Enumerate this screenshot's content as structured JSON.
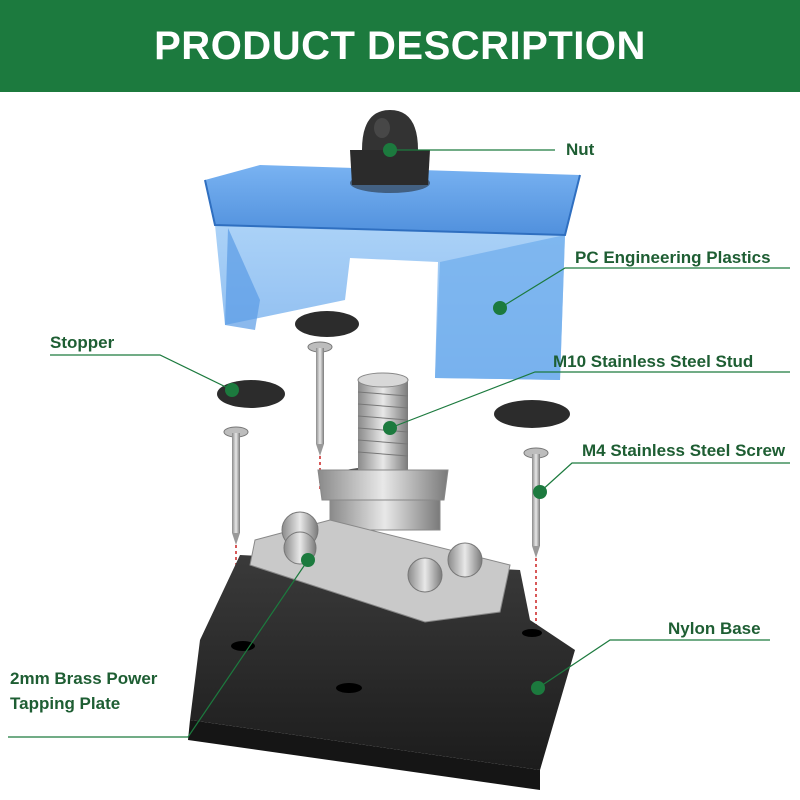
{
  "banner": {
    "title": "PRODUCT DESCRIPTION",
    "color": "#1c7a3e"
  },
  "labels": {
    "nut": "Nut",
    "pc_plastics": "PC Engineering Plastics",
    "stopper": "Stopper",
    "stud": "M10 Stainless Steel Stud",
    "screw": "M4 Stainless Steel Screw",
    "nylon_base": "Nylon Base",
    "brass_plate_line1": "2mm Brass Power",
    "brass_plate_line2": "Tapping Plate"
  },
  "colors": {
    "label_text": "#1e5e33",
    "leader_line": "#1c7a3e",
    "cover_blue": "#4a90e2",
    "base_black": "#2a2a2a",
    "guide_red": "#cc2222"
  }
}
